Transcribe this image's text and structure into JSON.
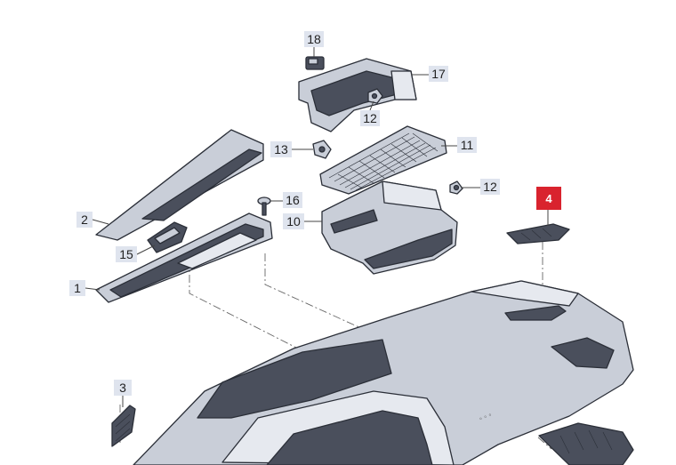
{
  "diagram": {
    "callouts": [
      {
        "id": "18",
        "label": "18",
        "highlight": false
      },
      {
        "id": "17",
        "label": "17",
        "highlight": false
      },
      {
        "id": "12a",
        "label": "12",
        "highlight": false
      },
      {
        "id": "13",
        "label": "13",
        "highlight": false
      },
      {
        "id": "11",
        "label": "11",
        "highlight": false
      },
      {
        "id": "16",
        "label": "16",
        "highlight": false
      },
      {
        "id": "12b",
        "label": "12",
        "highlight": false
      },
      {
        "id": "2",
        "label": "2",
        "highlight": false
      },
      {
        "id": "10",
        "label": "10",
        "highlight": false
      },
      {
        "id": "4",
        "label": "4",
        "highlight": true
      },
      {
        "id": "15",
        "label": "15",
        "highlight": false
      },
      {
        "id": "1",
        "label": "1",
        "highlight": false
      },
      {
        "id": "3",
        "label": "3",
        "highlight": false
      }
    ],
    "colors": {
      "callout_bg": "#dfe4ee",
      "highlight": "#d9232e",
      "part_fill": "#c9ced8",
      "part_dark": "#4a4f5c"
    }
  }
}
